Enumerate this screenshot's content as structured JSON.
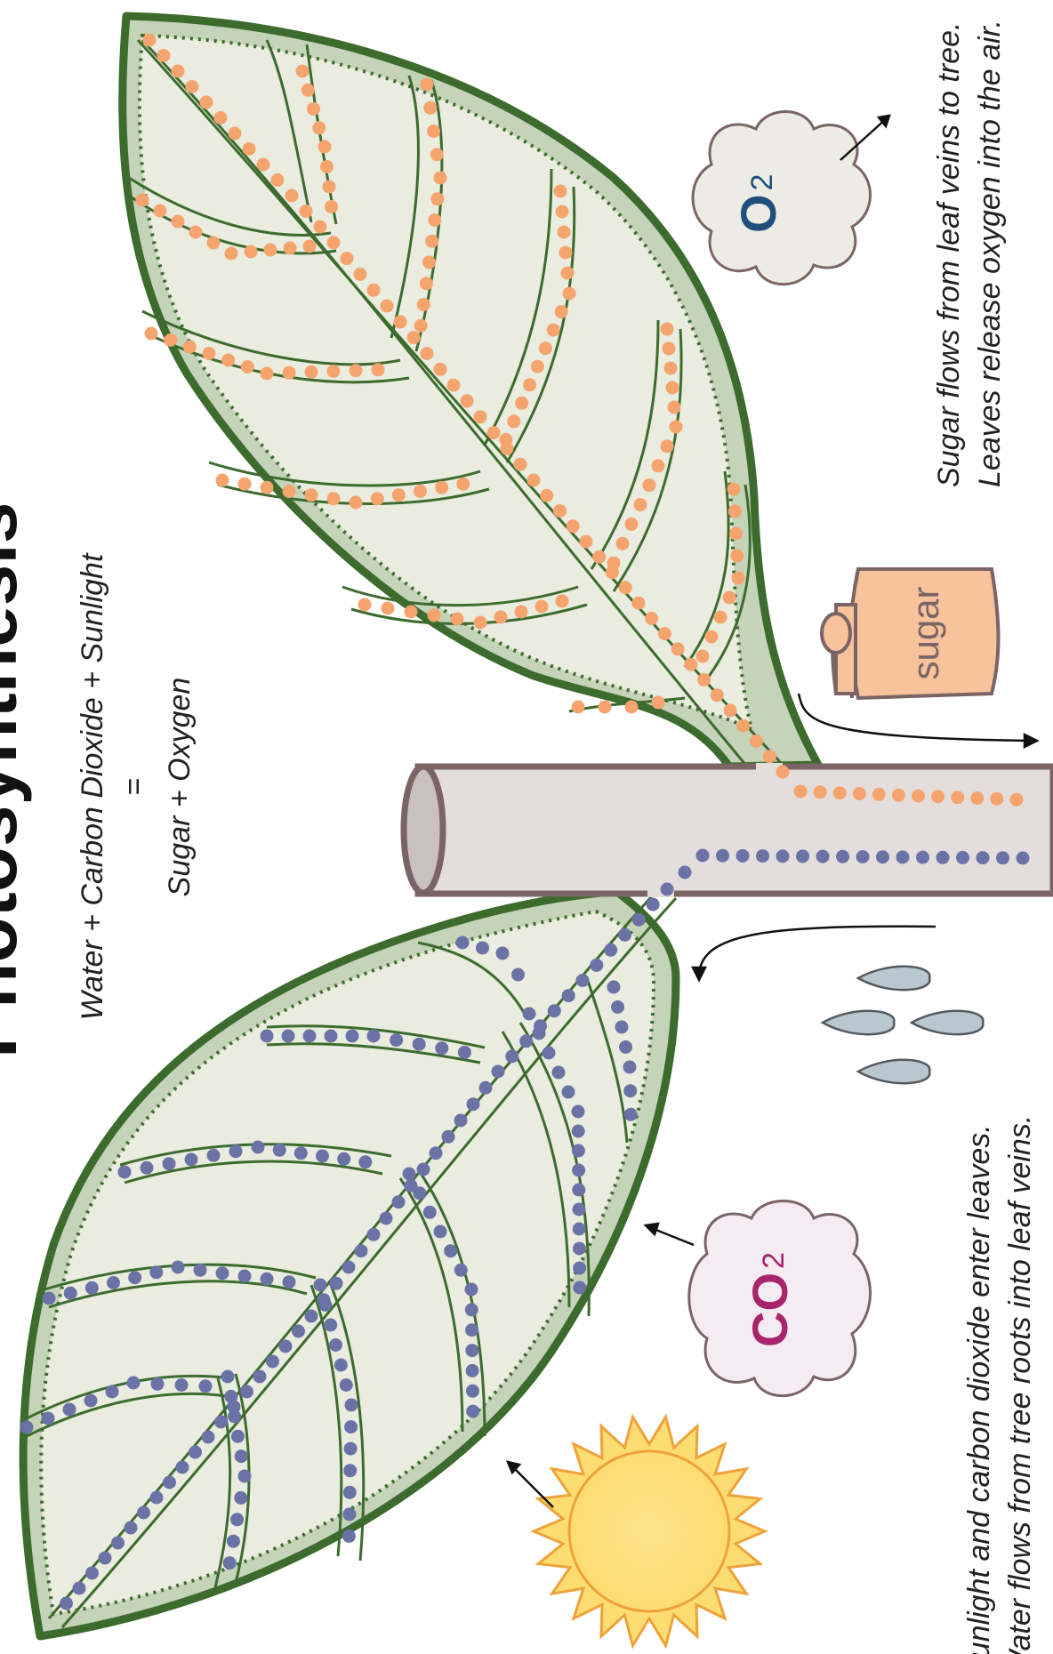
{
  "title": "Photosynthesis",
  "equation": {
    "reactants": "Water + Carbon Dioxide + Sunlight",
    "equals": "=",
    "products": "Sugar + Oxygen"
  },
  "labels": {
    "sugar": "sugar",
    "oxygen_main": "O",
    "oxygen_sub": "2",
    "co2_main": "CO",
    "co2_sub": "2"
  },
  "notes": {
    "upper_line1": "Sugar flows from leaf veins to tree.",
    "upper_line2": "Leaves release oxygen into the air.",
    "lower_line1": "Sunlight and carbon dioxide enter leaves.",
    "lower_line2": "Water flows from tree roots into leaf veins."
  },
  "colors": {
    "leaf_outline": "#3d6b2e",
    "leaf_border": "#c5d3b8",
    "leaf_fill": "#e9ecdf",
    "sugar_dots": "#f6a46d",
    "water_dots": "#6b73a6",
    "branch": "#e3dedb",
    "branch_outline": "#7a6466",
    "sun": "#fddc72",
    "sun_outline": "#f0a23a",
    "oxygen_text": "#1f4f7a",
    "co2_text": "#a8256c",
    "water_drop": "#b9c7cf",
    "sugar_jar": "#f8c29b"
  }
}
